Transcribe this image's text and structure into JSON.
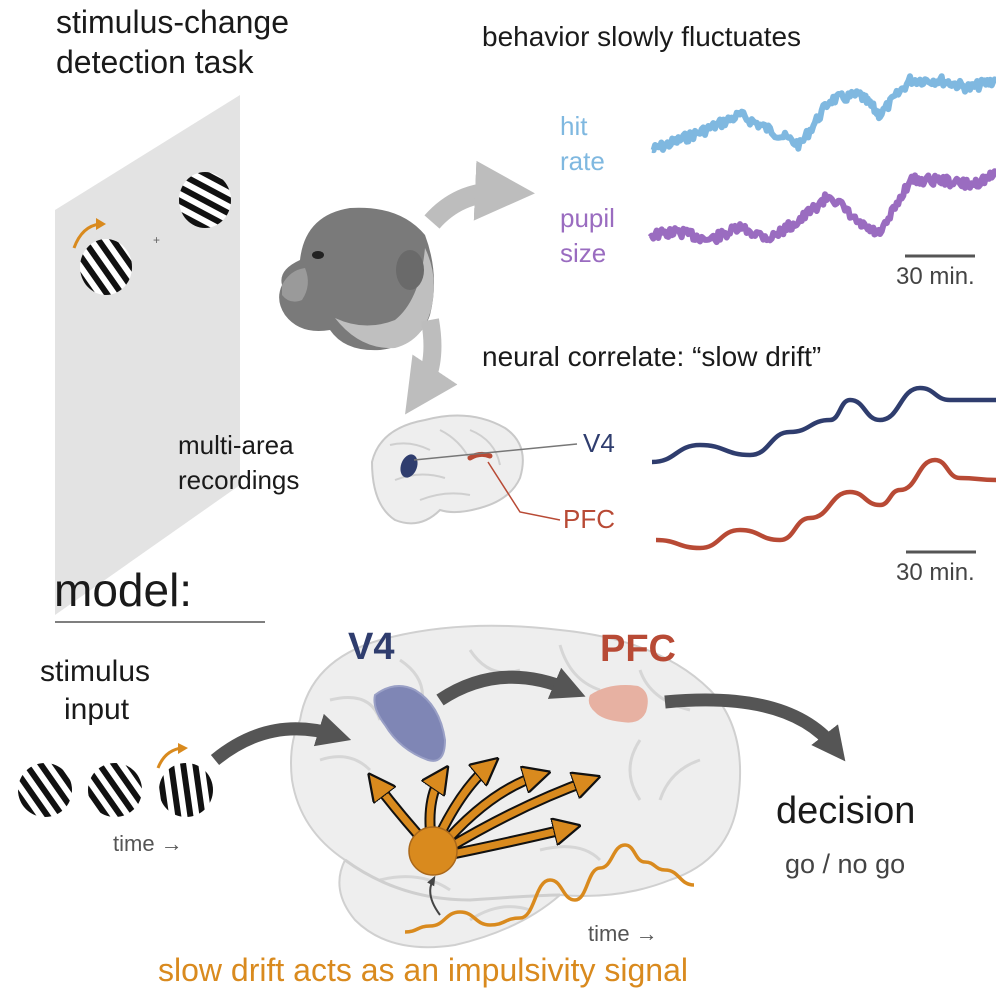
{
  "task": {
    "title_line1": "stimulus-change",
    "title_line2": "detection task"
  },
  "behavior": {
    "title": "behavior slowly fluctuates",
    "hit_rate_line1": "hit",
    "hit_rate_line2": "rate",
    "pupil_line1": "pupil",
    "pupil_line2": "size",
    "scale_label": "30 min."
  },
  "neural": {
    "title": "neural correlate: “slow drift”",
    "recordings_line1": "multi-area",
    "recordings_line2": "recordings",
    "v4_label": "V4",
    "pfc_label": "PFC",
    "scale_label": "30 min."
  },
  "model": {
    "title": "model:",
    "input_line1": "stimulus",
    "input_line2": "input",
    "time_label": "time →",
    "v4_label": "V4",
    "pfc_label": "PFC",
    "decision_label": "decision",
    "decision_sub": "go / no go",
    "drift_time_label": "time →",
    "caption": "slow drift acts as an impulsivity signal"
  },
  "colors": {
    "hit_rate": "#7fb8e0",
    "pupil": "#9a6cc0",
    "v4": "#2f3d6e",
    "pfc": "#b84a35",
    "drift": "#d98a1e",
    "arrow_gray": "#bdbdbd",
    "arrow_dark": "#555555"
  },
  "icons": [
    "monkey-head-icon",
    "brain-icon",
    "grating-icon",
    "arrow-icon"
  ]
}
